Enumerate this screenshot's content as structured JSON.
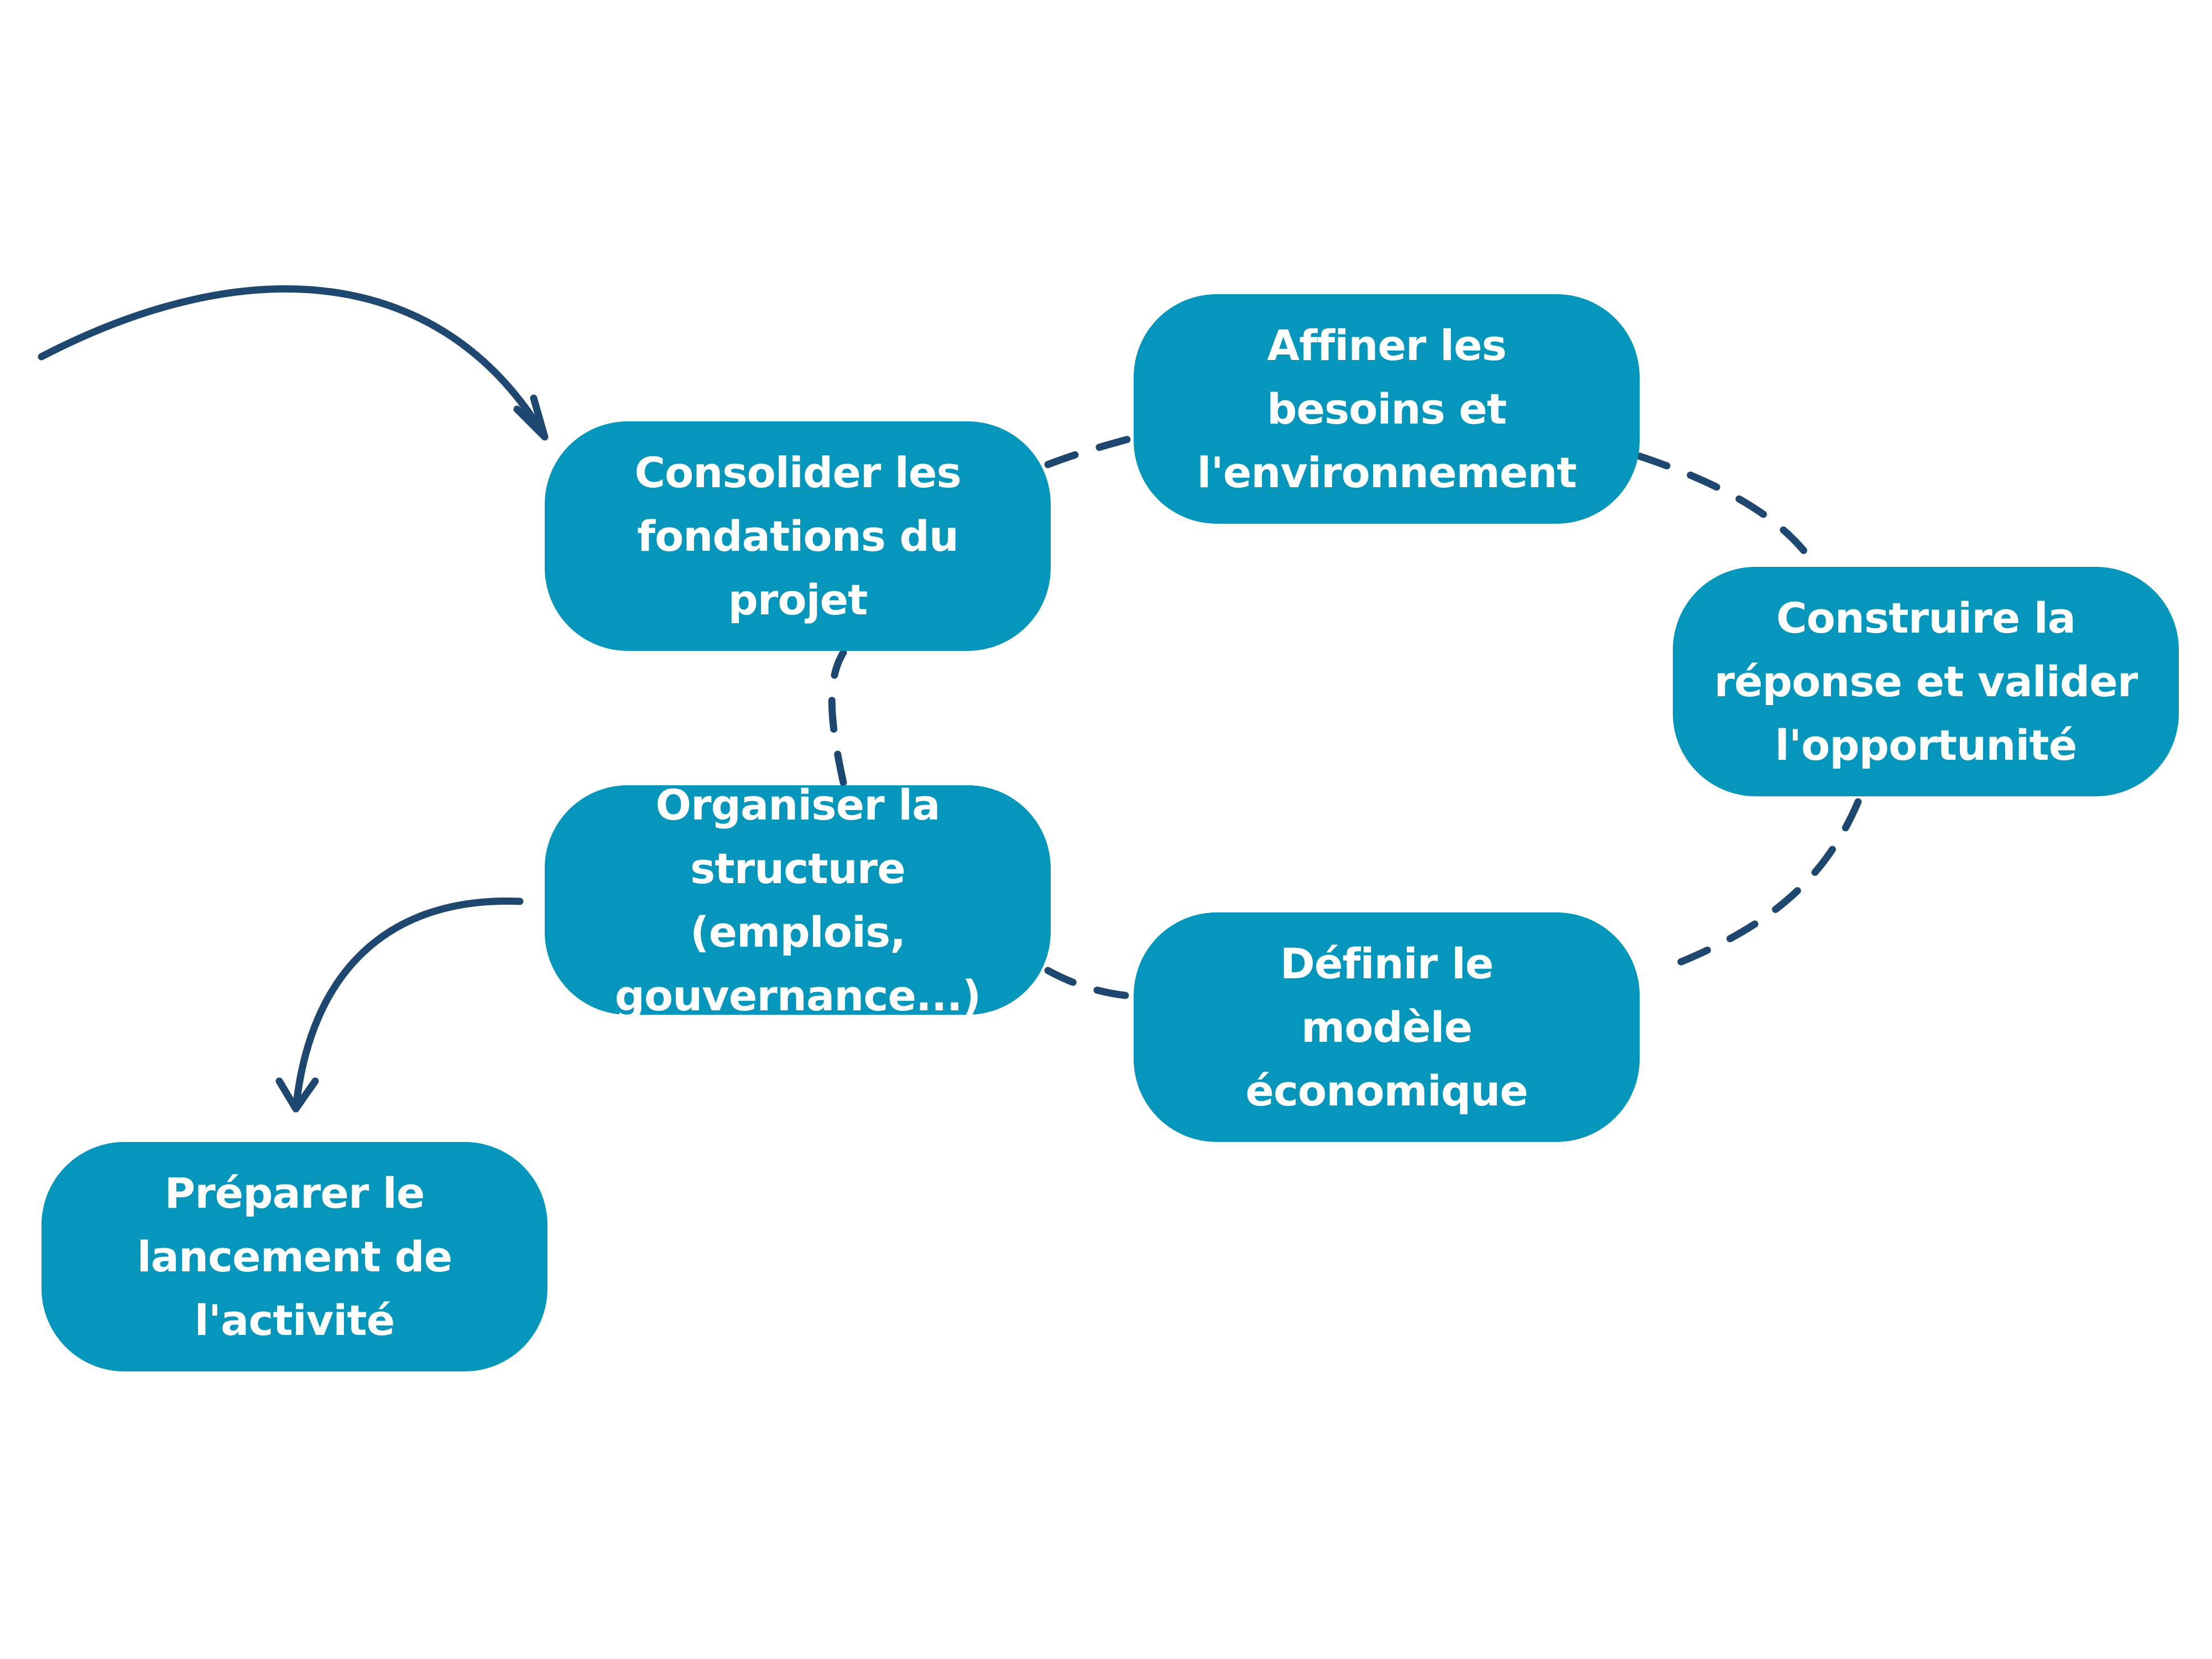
{
  "diagram": {
    "background": "#ffffff",
    "node_color": "#0696bb",
    "text_color": "#ffffff",
    "connector_color": "#1f4871",
    "nodes": [
      {
        "id": "consolider",
        "label": "Consolider les\nfondations du\nprojet"
      },
      {
        "id": "affiner",
        "label": "Affiner les\nbesoins et\nl'environnement"
      },
      {
        "id": "construire",
        "label": "Construire la\nréponse et valider\nl'opportunité"
      },
      {
        "id": "definir",
        "label": "Définir le\nmodèle\néconomique"
      },
      {
        "id": "organiser",
        "label": "Organiser la\nstructure (emplois,\ngouvernance...)"
      },
      {
        "id": "preparer",
        "label": "Préparer le\nlancement de\nl'activité"
      }
    ]
  }
}
